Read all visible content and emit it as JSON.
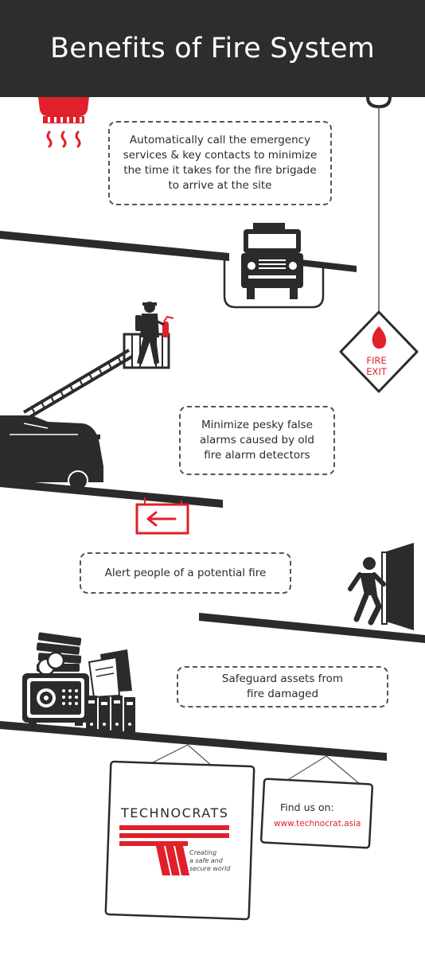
{
  "header": {
    "title": "Benefits of Fire System"
  },
  "benefits": [
    {
      "text": "Automatically call the emergency\nservices & key contacts to minimize\nthe time it takes for the fire brigade\nto arrive at the site"
    },
    {
      "text": "Minimize pesky false\nalarms caused by old\nfire alarm detectors"
    },
    {
      "text": "Alert people of a potential fire"
    },
    {
      "text": "Safeguard assets from\nfire damaged"
    }
  ],
  "fire_exit_sign": {
    "text": "FIRE\nEXIT"
  },
  "brand_sign": {
    "name": "TECHNOCRATS",
    "tagline": "Creating\na safe and\nsecure world"
  },
  "contact_sign": {
    "label": "Find us on:",
    "website": "www.technocrat.asia"
  },
  "icons": [
    "smoke-detector-icon",
    "fire-truck-front-icon",
    "firefighter-ladder-icon",
    "fire-exit-sign-icon",
    "exit-arrow-sign-icon",
    "running-person-door-icon",
    "safe-money-files-icon"
  ],
  "colors": {
    "header_bg": "#2d2d2d",
    "accent_red": "#e0202a",
    "ink": "#2b2b2b"
  }
}
